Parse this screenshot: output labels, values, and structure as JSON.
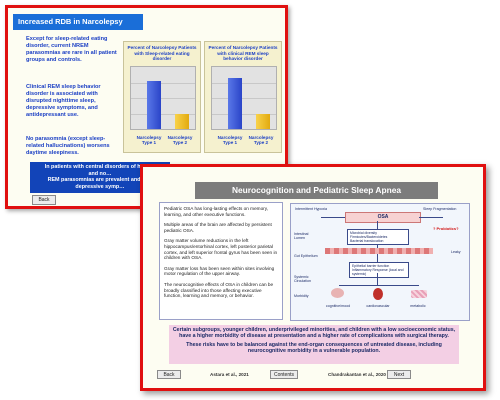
{
  "back_slide": {
    "title": "Increased RDB in Narcolepsy",
    "bullets": [
      "Except for sleep-related eating disorder, current NREM parasomnias are rare in all patient groups and controls.",
      "Clinical REM sleep behavior disorder is associated with disrupted nighttime sleep, depressive symptoms, and antidepressant use.",
      "No parasomnia (except sleep-related hallucinations) worsens daytime sleepiness."
    ],
    "charts": [
      {
        "title": "Percent of Narcolepsy Patients with Sleep-related eating disorder",
        "categories": [
          "Narcolepsy Type 1",
          "Narcolepsy Type 2"
        ],
        "values": [
          78,
          24
        ]
      },
      {
        "title": "Percent of Narcolepsy Patients with clinical REM sleep behavior disorder",
        "categories": [
          "Narcolepsy Type 1",
          "Narcolepsy Type 2"
        ],
        "values": [
          82,
          25
        ]
      }
    ],
    "banner_lines": [
      "In patients with central disorders of hype…",
      "and no…",
      "REM parasomnias are prevalent and ar…",
      "depressive symp…"
    ],
    "back_label": "Back"
  },
  "front_slide": {
    "title": "Neurocognition and Pediatric Sleep Apnea",
    "paragraphs": [
      "Pediatric OSA has long-lasting effects on memory, learning, and other executive functions.",
      "Multiple areas of the brain are affected by persistent pediatric OSA.",
      "Gray matter volume reductions in the left hippocampus/entorhinal cortex, left posterior parietal cortex, and left superior frontal gyrus has been seen in children with OSA.",
      "Gray matter loss has been seen within sites involving motor regulation of the upper airway.",
      "The neurocognitive effects of OSA in children can be broadly classified into those affecting executive function, learning and memory, or behavior."
    ],
    "diagram": {
      "center": "OSA",
      "left_top": "Intermittent Hypoxia",
      "right_top": "Sleep Fragmentation",
      "row_labels": [
        "Intestinal Lumen",
        "Gut Epithelium",
        "Systemic Circulation",
        "Morbidity"
      ],
      "boxes": [
        "Microbial diversity",
        "Firmicutes/Bacteroidetes",
        "Bacterial translocation",
        "Epithelial barrier function",
        "Inflammatory Response (local and systemic)"
      ],
      "morbidity_labels": [
        "cognitive/mood",
        "cardiovascular",
        "metabolic"
      ],
      "question_mark": "? Probiotics?",
      "leaky_label": "Leaky"
    },
    "banner_lines": [
      "Certain subgroups, younger children, underprivileged minorities, and children with a low socioeconomic status, have a higher morbidity of disease at presentation and a higher rate of complications with surgical therapy.",
      "These risks have to be balanced against the end-organ consequences of untreated disease, including neurocognitive morbidity in a vulnerable population."
    ],
    "nav": {
      "back": "Back",
      "contents": "Contents",
      "next": "Next"
    },
    "citations": [
      "Astara et al., 2021",
      "Chandrakantan et al., 2020"
    ]
  },
  "colors": {
    "frame_red": "#e01010",
    "title_blue": "#1a6ed8",
    "title_gray": "#7c7c7c",
    "bar_blue": "#2a44c8",
    "bar_yellow": "#e2aa10",
    "banner_pink": "#f3cfe4",
    "banner_navy": "#1244b8"
  }
}
